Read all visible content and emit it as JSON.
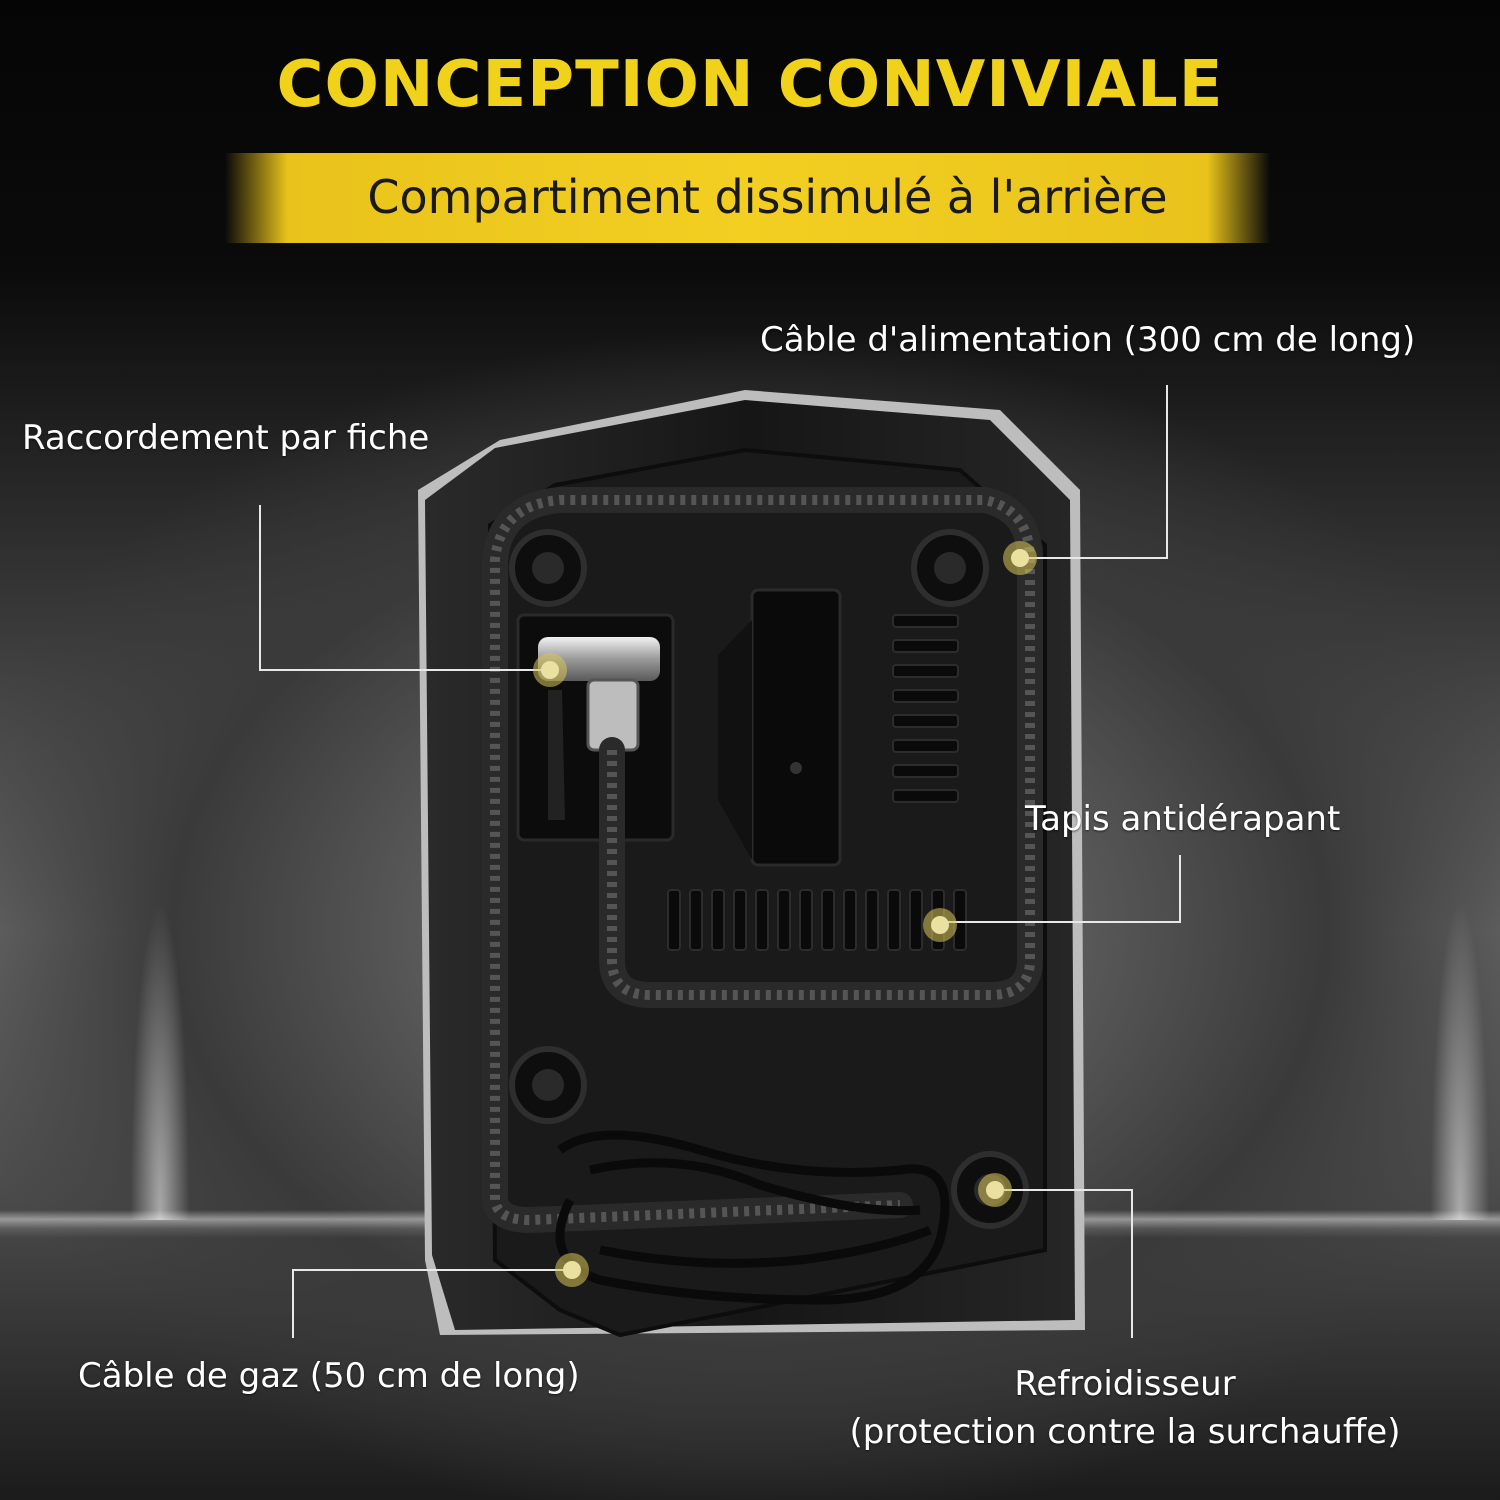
{
  "header": {
    "title": "CONCEPTION CONVIVIALE",
    "subtitle": "Compartiment dissimulé à l'arrière"
  },
  "callouts": {
    "power_cable": "Câble d'alimentation (300 cm de long)",
    "plug_connection": "Raccordement par fiche",
    "anti_slip_mat": "Tapis antidérapant",
    "gas_cable": "Câble de gaz (50 cm de long)",
    "cooler_line1": "Refroidisseur",
    "cooler_line2": "(protection contre la surchauffe)"
  },
  "colors": {
    "accent": "#f0d21a",
    "marker": "#d8c65a",
    "device": "#141414"
  }
}
